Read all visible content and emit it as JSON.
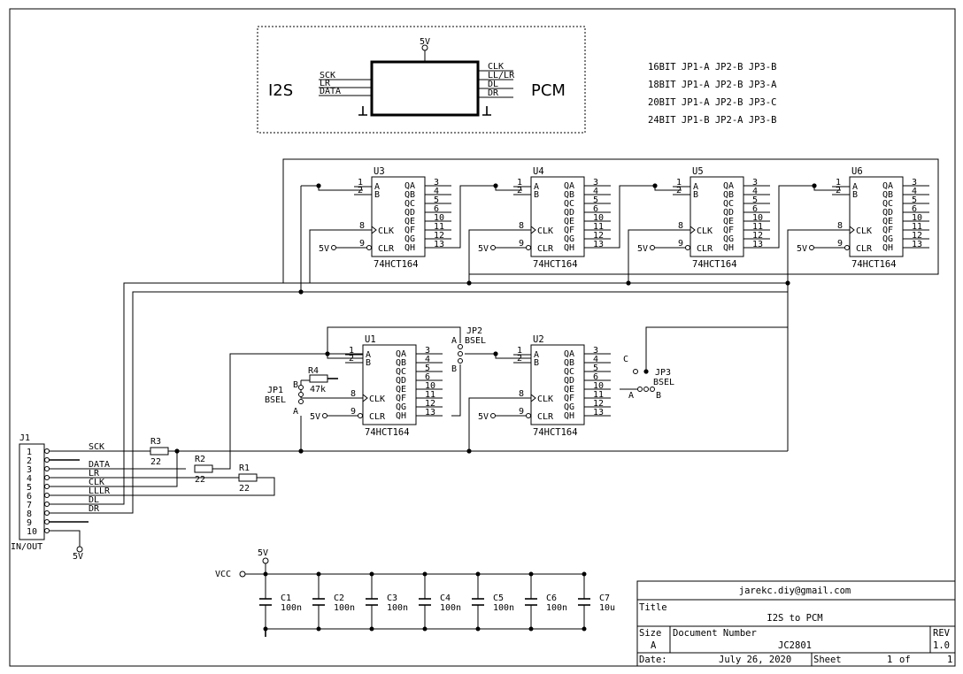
{
  "block": {
    "input": "I2S",
    "output": "PCM",
    "supply": "5V",
    "in_pins": [
      "SCK",
      "LR",
      "DATA"
    ],
    "out_pins": [
      "CLK",
      "LL/LR",
      "DL",
      "DR"
    ]
  },
  "config_table": [
    "16BIT JP1-A JP2-B JP3-B",
    "18BIT JP1-A JP2-B JP3-A",
    "20BIT JP1-A JP2-B JP3-C",
    "24BIT JP1-B JP2-A JP3-B"
  ],
  "chip": {
    "part": "74HCT164",
    "in_pins": [
      "1",
      "2"
    ],
    "in_names": [
      "A",
      "B"
    ],
    "out_names": [
      "QA",
      "QB",
      "QC",
      "QD",
      "QE",
      "QF",
      "QG",
      "QH"
    ],
    "out_nums": [
      "3",
      "4",
      "5",
      "6",
      "10",
      "11",
      "12",
      "13"
    ],
    "clk": "CLK",
    "clr": "CLR",
    "clk_pin": "8",
    "clr_pin": "9",
    "supply": "5V"
  },
  "chips": [
    "U1",
    "U2",
    "U3",
    "U4",
    "U5",
    "U6"
  ],
  "jumpers": {
    "jp1": {
      "name": "JP1",
      "sel": "BSEL",
      "a": "A",
      "b": "B"
    },
    "jp2": {
      "name": "JP2",
      "sel": "BSEL",
      "a": "A",
      "b": "B"
    },
    "jp3": {
      "name": "JP3",
      "sel": "BSEL",
      "a": "A",
      "b": "B",
      "c": "C"
    }
  },
  "r4": {
    "name": "R4",
    "value": "47k"
  },
  "resistors": [
    {
      "name": "R3",
      "value": "22"
    },
    {
      "name": "R2",
      "value": "22"
    },
    {
      "name": "R1",
      "value": "22"
    }
  ],
  "connector": {
    "name": "J1",
    "label": "IN/OUT",
    "pins": [
      "1",
      "2",
      "3",
      "4",
      "5",
      "6",
      "7",
      "8",
      "9",
      "10"
    ],
    "signals": [
      "SCK",
      "DATA",
      "LR",
      "CLK",
      "LLLR",
      "DL",
      "DR"
    ],
    "supply": "5V"
  },
  "caps": {
    "vcc": "VCC",
    "supply": "5V",
    "items": [
      {
        "name": "C1",
        "value": "100n"
      },
      {
        "name": "C2",
        "value": "100n"
      },
      {
        "name": "C3",
        "value": "100n"
      },
      {
        "name": "C4",
        "value": "100n"
      },
      {
        "name": "C5",
        "value": "100n"
      },
      {
        "name": "C6",
        "value": "100n"
      },
      {
        "name": "C7",
        "value": "10u"
      }
    ]
  },
  "title_block": {
    "email": "jarekc.diy@gmail.com",
    "title_label": "Title",
    "title": "I2S to PCM",
    "size_label": "Size",
    "size": "A",
    "docnum_label": "Document Number",
    "docnum": "JC2801",
    "rev_label": "REV",
    "rev": "1.0",
    "date_label": "Date:",
    "date": "July 26, 2020",
    "sheet_label": "Sheet",
    "sheet": "1",
    "of_label": "of",
    "sheet_total": "1"
  }
}
